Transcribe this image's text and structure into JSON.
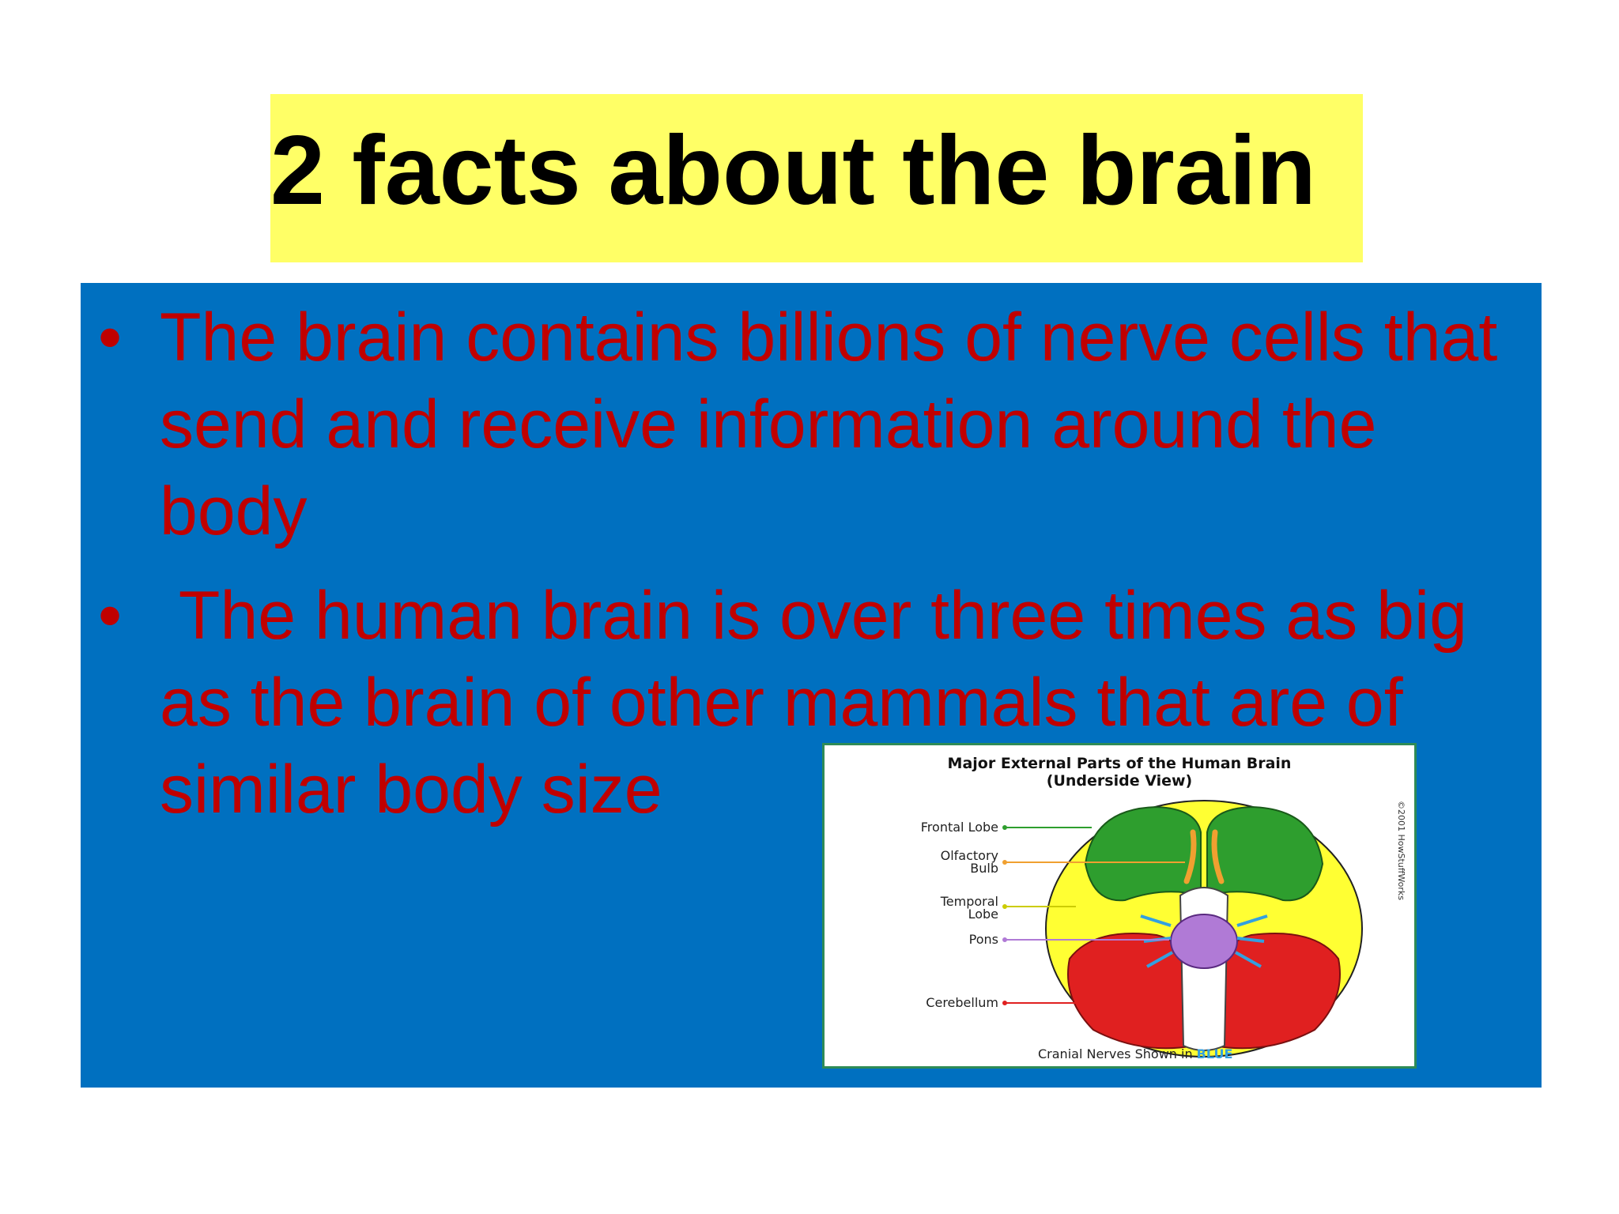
{
  "slide": {
    "title": "2 facts about the brain",
    "bullets": [
      "The brain contains billions of nerve cells that send and receive information around the body",
      " The human brain is over three times as big as the brain of other mammals that are of similar body size"
    ],
    "bullet_symbol": "•"
  },
  "figure": {
    "title_line1": "Major External Parts of the Human Brain",
    "title_line2": "(Underside View)",
    "labels": {
      "frontal_lobe": "Frontal Lobe",
      "olfactory_bulb_1": "Olfactory",
      "olfactory_bulb_2": "Bulb",
      "temporal_lobe_1": "Temporal",
      "temporal_lobe_2": "Lobe",
      "pons": "Pons",
      "cerebellum": "Cerebellum"
    },
    "credit": "©2001 HowStuffWorks",
    "caption_prefix": "Cranial Nerves Shown in ",
    "caption_highlight": "BLUE"
  },
  "colors": {
    "title_bg": "#ffff66",
    "content_bg": "#0070c0",
    "bullet_text": "#c00000",
    "frontal_lobe": "#2e9e2e",
    "temporal_lobe": "#ffff33",
    "pons": "#b07ad6",
    "cerebellum": "#e02020",
    "olfactory": "#f0a030",
    "cranial_nerves": "#33a0e0"
  }
}
